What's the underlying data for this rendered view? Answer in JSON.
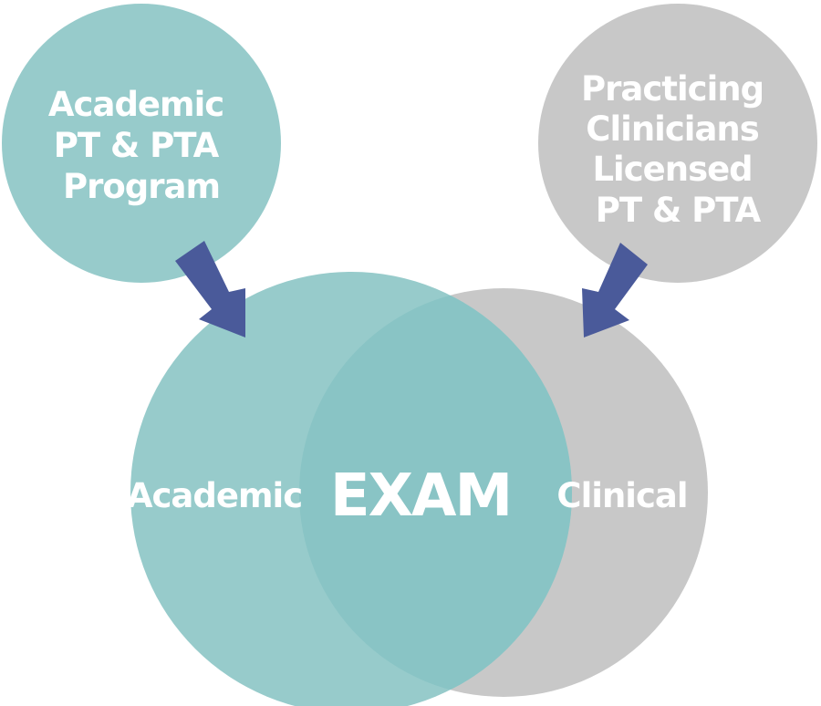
{
  "colors": {
    "teal": "#97cbcb",
    "teal_overlap": "#89c4c5",
    "gray": "#c8c8c8",
    "arrow": "#4a5a9a",
    "text": "#ffffff"
  },
  "top_left_circle": {
    "lines": [
      "Academic",
      "PT & PTA",
      "Program"
    ]
  },
  "top_right_circle": {
    "lines": [
      "Practicing",
      "Clinicians",
      "Licensed",
      "PT & PTA"
    ]
  },
  "venn": {
    "left_label": "Academic",
    "center_label": "EXAM",
    "right_label": "Clinical"
  }
}
